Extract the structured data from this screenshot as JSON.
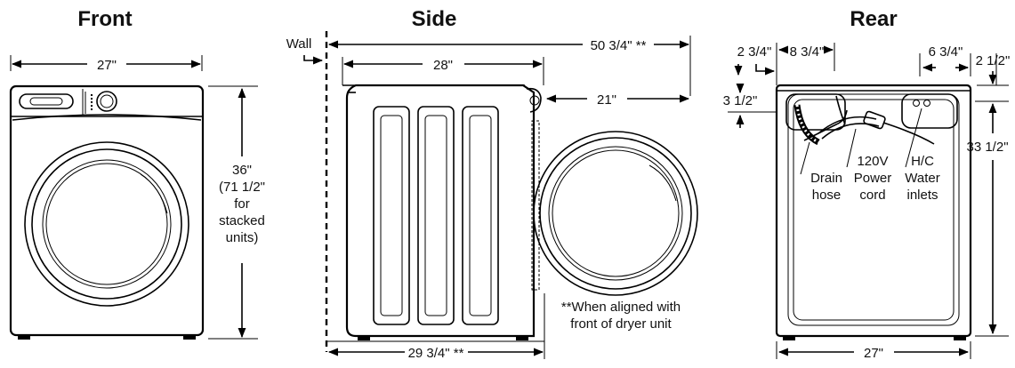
{
  "titles": {
    "front": "Front",
    "side": "Side",
    "rear": "Rear"
  },
  "front": {
    "width": "27\"",
    "height_lines": [
      "36\"",
      "(71 1/2\"",
      "for",
      "stacked",
      "units)"
    ]
  },
  "side": {
    "wall": "Wall",
    "overall_depth": "50 3/4\" **",
    "depth": "28\"",
    "door_clearance": "21\"",
    "base_depth": "29 3/4\" **",
    "footnote_lines": [
      "**When aligned with",
      "front of dryer unit"
    ]
  },
  "rear": {
    "left_offset": "2 3/4\"",
    "drain_offset": "8 3/4\"",
    "inlet_offset": "6 3/4\"",
    "right_offset": "2 1/2\"",
    "top_offset": "3 1/2\"",
    "inlet_height": "33 1/2\"",
    "width": "27\"",
    "drain_label": [
      "Drain",
      "hose"
    ],
    "power_label": [
      "120V",
      "Power",
      "cord"
    ],
    "water_label": [
      "H/C",
      "Water",
      "inlets"
    ]
  }
}
